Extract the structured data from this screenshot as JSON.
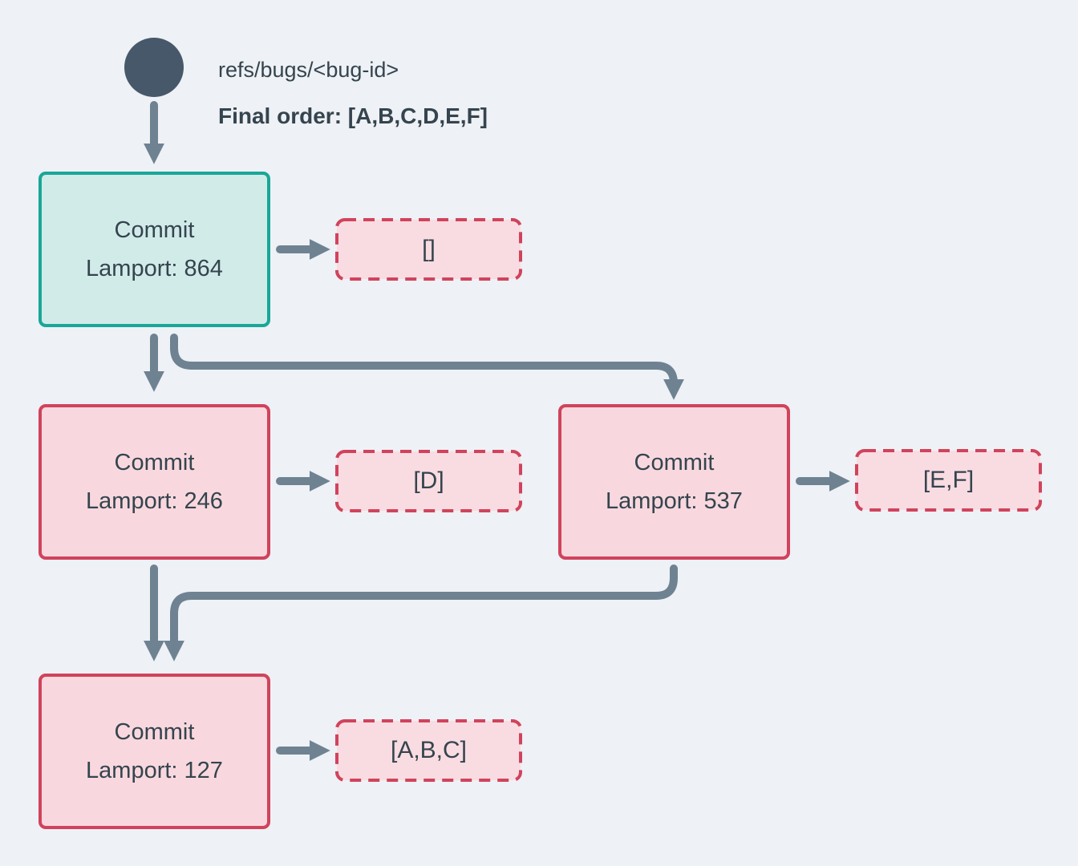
{
  "ref": {
    "name": "refs/bugs/<bug-id>",
    "final_order": "Final order: [A,B,C,D,E,F]"
  },
  "commits": [
    {
      "title": "Commit",
      "lamport": "Lamport: 864",
      "payload": "[]"
    },
    {
      "title": "Commit",
      "lamport": "Lamport: 246",
      "payload": "[D]"
    },
    {
      "title": "Commit",
      "lamport": "Lamport: 537",
      "payload": "[E,F]"
    },
    {
      "title": "Commit",
      "lamport": "Lamport: 127",
      "payload": "[A,B,C]"
    }
  ],
  "colors": {
    "canvas-bg": "#eef1f5",
    "node-ink": "#35444e",
    "arrow": "#6e8292",
    "head-border": "#18a798",
    "head-bg": "#d1ebe9",
    "commit-border": "#d0435c",
    "commit-bg": "#f8d8de",
    "payload-border": "#d0435c",
    "payload-bg": "#f9dce2",
    "ref-circle": "#46586a"
  }
}
